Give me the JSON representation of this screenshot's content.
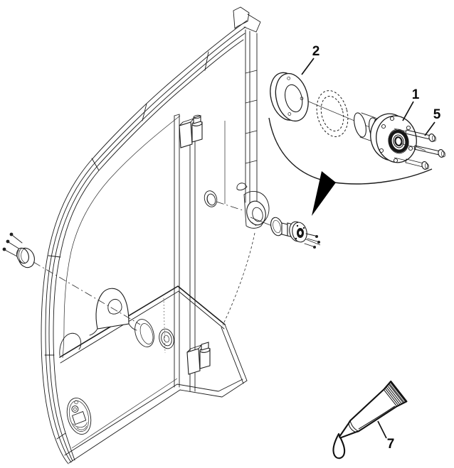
{
  "diagram": {
    "type": "exploded-parts-line-drawing",
    "labels": {
      "part_1": "1",
      "part_2": "2",
      "part_5": "5",
      "part_7": "7"
    },
    "colors": {
      "background": "#ffffff",
      "line": "#1c1c1c",
      "pointer_fill": "#000000"
    }
  }
}
